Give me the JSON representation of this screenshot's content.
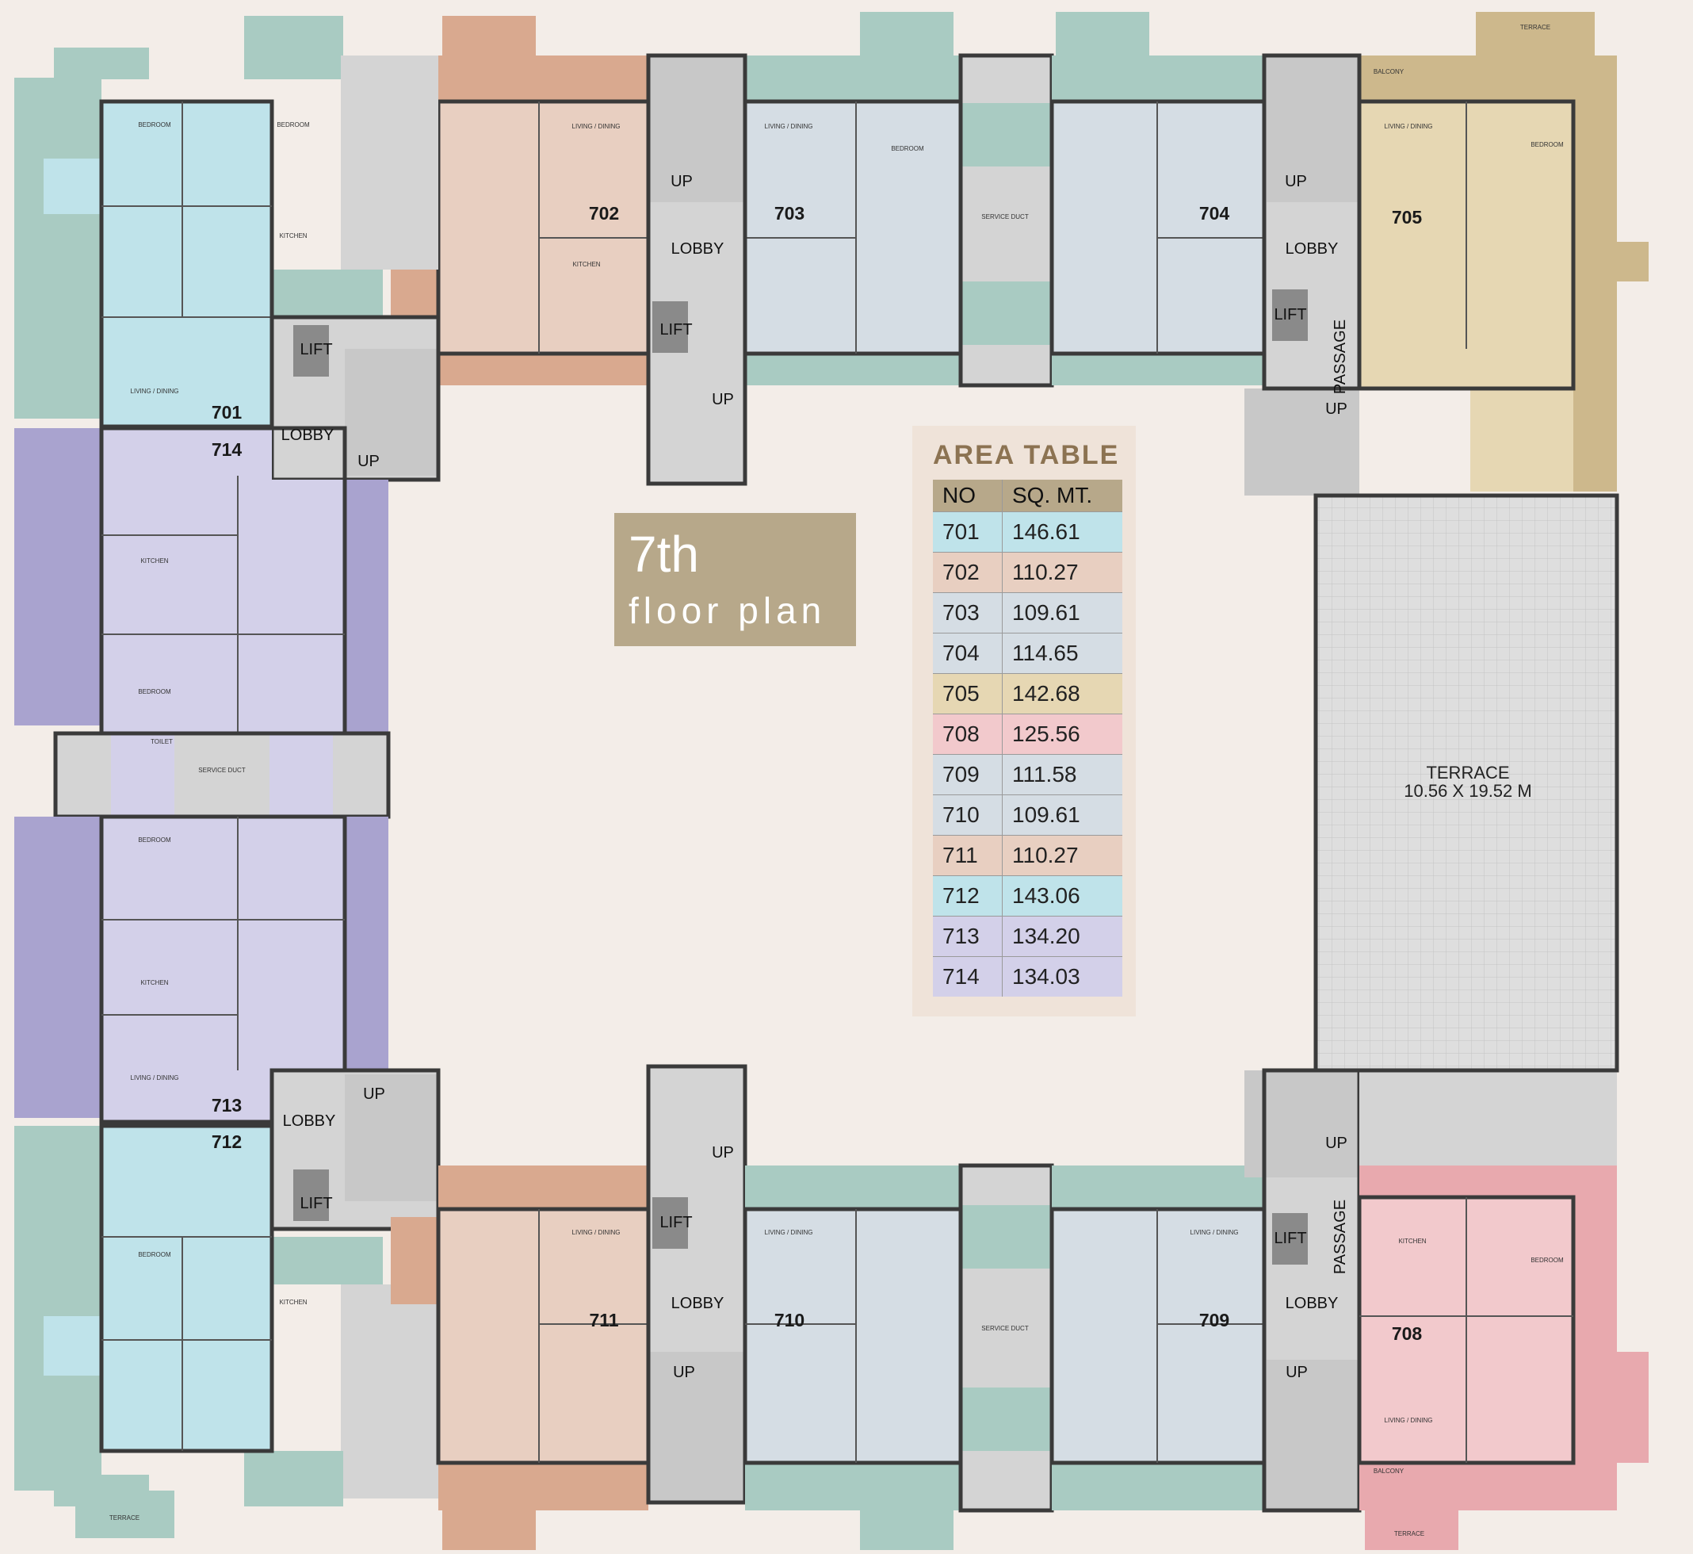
{
  "title": {
    "main": "7th",
    "sub": "floor plan"
  },
  "area_table": {
    "title": "AREA TABLE",
    "headers": [
      "NO",
      "SQ. MT."
    ],
    "rows": [
      {
        "no": "701",
        "area": "146.61",
        "color": "#bfe3ea"
      },
      {
        "no": "702",
        "area": "110.27",
        "color": "#e8cfc1"
      },
      {
        "no": "703",
        "area": "109.61",
        "color": "#d5dde4"
      },
      {
        "no": "704",
        "area": "114.65",
        "color": "#d5dde4"
      },
      {
        "no": "705",
        "area": "142.68",
        "color": "#e6d7b3"
      },
      {
        "no": "708",
        "area": "125.56",
        "color": "#f2c9cc"
      },
      {
        "no": "709",
        "area": "111.58",
        "color": "#d5dde4"
      },
      {
        "no": "710",
        "area": "109.61",
        "color": "#d5dde4"
      },
      {
        "no": "711",
        "area": "110.27",
        "color": "#e8cfc1"
      },
      {
        "no": "712",
        "area": "143.06",
        "color": "#bfe3ea"
      },
      {
        "no": "713",
        "area": "134.20",
        "color": "#d3d0e9"
      },
      {
        "no": "714",
        "area": "134.03",
        "color": "#d3d0e9"
      }
    ]
  },
  "units": [
    {
      "id": "701",
      "label": "701"
    },
    {
      "id": "702",
      "label": "702"
    },
    {
      "id": "703",
      "label": "703"
    },
    {
      "id": "704",
      "label": "704"
    },
    {
      "id": "705",
      "label": "705"
    },
    {
      "id": "708",
      "label": "708"
    },
    {
      "id": "709",
      "label": "709"
    },
    {
      "id": "710",
      "label": "710"
    },
    {
      "id": "711",
      "label": "711"
    },
    {
      "id": "712",
      "label": "712"
    },
    {
      "id": "713",
      "label": "713"
    },
    {
      "id": "714",
      "label": "714"
    }
  ],
  "service_labels": {
    "lobby": "LOBBY",
    "lift": "LIFT",
    "up": "UP",
    "passage": "PASSAGE"
  },
  "terrace": {
    "name": "TERRACE",
    "size": "10.56 X 19.52 M"
  },
  "room_labels": {
    "bedroom": "BEDROOM",
    "kitchen": "KITCHEN",
    "living": "LIVING / DINING",
    "balcony": "BALCONY",
    "toilet": "TOILET",
    "service_duct": "SERVICE DUCT",
    "terrace": "TERRACE"
  },
  "colors": {
    "background": "#f3ede8",
    "unit_701_712": "#bfe3ea",
    "unit_702_711": "#e8cfc1",
    "unit_703_704_709_710": "#d5dde4",
    "unit_705": "#e6d7b3",
    "unit_708": "#f2c9cc",
    "unit_713_714": "#d3d0e9",
    "balcony_green": "#a9cbc2",
    "balcony_brown": "#d9a98f",
    "balcony_tan": "#cdb88c",
    "balcony_purple": "#a9a3cf",
    "balcony_pink": "#e8a9ae",
    "service": "#d4d4d4",
    "terrace_grid": "#dcdcdc"
  }
}
